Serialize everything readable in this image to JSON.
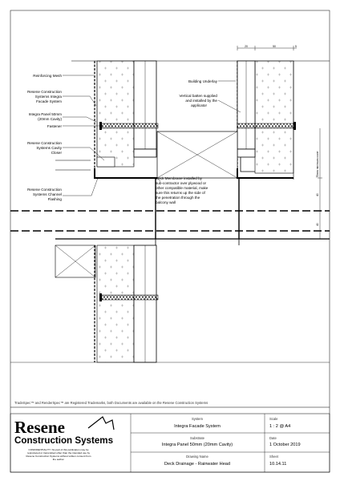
{
  "labels": {
    "reinforcing_mesh": "Reinforcing Mesh",
    "facade_system_1": "Resene Construction",
    "facade_system_2": "Systems Integra",
    "facade_system_3": "Facade System",
    "panel_1": "Integra Panel 50mm",
    "panel_2": "(20mm Cavity)",
    "fastener": "Fastener",
    "cavity_closer_1": "Resene Construction",
    "cavity_closer_2": "Systems Cavity",
    "cavity_closer_3": "Closer",
    "channel_flashing_1": "Resene Construction",
    "channel_flashing_2": "Systems Channel",
    "channel_flashing_3": "Flashing",
    "building_underlay": "Building Underlay",
    "batten_1": "Vertical batten supplied",
    "batten_2": "and installed by the",
    "batten_3": "applicator",
    "membrane_1": "Deck Membrane installed by",
    "membrane_2": "sub-contractor over plywood or",
    "membrane_3": "other compatible material, make",
    "membrane_4": "sure this returns up the side of",
    "membrane_5": "the penetration through the",
    "membrane_6": "balcony wall"
  },
  "dimensions": {
    "d1": "20",
    "d2": "50",
    "d3": "5",
    "vertical_1": "75mm minimum cover",
    "vertical_2": "40",
    "vertical_3": "40"
  },
  "trademark_note": "TradeSpec™ and RenderSpec™ are Registered Trademarks, both Documents are available on the Resene Construction Systems",
  "title_block": {
    "logo_main": "Resene",
    "logo_sub": "Construction Systems",
    "disclaimer_1": "CONFIDENTIALITY: No part of this publication may be",
    "disclaimer_2": "reproduced or transmitted other than the intended use by",
    "disclaimer_3": "Resene Construction Systems without written consent from",
    "disclaimer_4": "the author.",
    "system_label": "System",
    "system_value": "Integra Facade System",
    "substrate_label": "Substrate",
    "substrate_value": "Integra Panel 50mm (20mm Cavity)",
    "drawing_name_label": "Drawing Name",
    "drawing_name_value": "Deck Drainage - Rainwater Head",
    "scale_label": "Scale",
    "scale_value": "1 : 2 @ A4",
    "date_label": "Date",
    "date_value": "1 October 2019",
    "sheet_label": "Sheet",
    "sheet_value": "10.14.11"
  },
  "colors": {
    "line": "#000000",
    "hatch": "#8a8a8a",
    "panel_fill": "#ffffff"
  }
}
